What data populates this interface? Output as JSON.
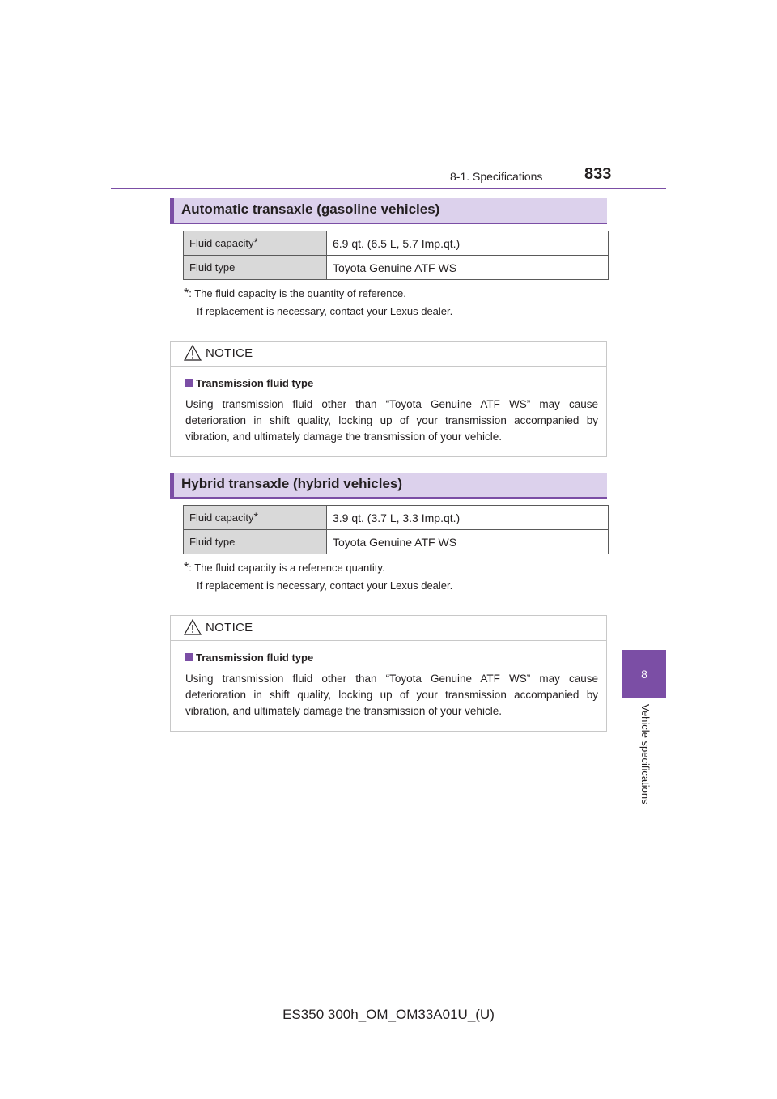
{
  "header": {
    "section": "8-1. Specifications",
    "page_number": "833"
  },
  "side_tab": {
    "number": "8",
    "label": "Vehicle specifications"
  },
  "sections": [
    {
      "heading": "Automatic transaxle (gasoline vehicles)",
      "table": [
        {
          "key": "Fluid capacity",
          "key_mark": "*",
          "value": "6.9 qt. (6.5 L, 5.7 Imp.qt.)"
        },
        {
          "key": "Fluid type",
          "key_mark": "",
          "value": "Toyota Genuine ATF WS"
        }
      ],
      "footnote": {
        "mark": "*",
        "line1": ": The fluid capacity is the quantity of reference.",
        "line2": "If replacement is necessary, contact your Lexus dealer."
      },
      "notice": {
        "title": "NOTICE",
        "subtitle": "Transmission fluid type",
        "body": "Using transmission fluid other than “Toyota Genuine ATF WS” may cause deterioration in shift quality, locking up of your transmission accompanied by vibration, and ultimately damage the transmission of your vehicle."
      }
    },
    {
      "heading": "Hybrid transaxle (hybrid vehicles)",
      "table": [
        {
          "key": "Fluid capacity",
          "key_mark": "*",
          "value": "3.9 qt. (3.7 L, 3.3 Imp.qt.)"
        },
        {
          "key": "Fluid type",
          "key_mark": "",
          "value": "Toyota Genuine ATF WS"
        }
      ],
      "footnote": {
        "mark": "*",
        "line1": ": The fluid capacity is a reference quantity.",
        "line2": "If replacement is necessary, contact your Lexus dealer."
      },
      "notice": {
        "title": "NOTICE",
        "subtitle": "Transmission fluid type",
        "body": "Using transmission fluid other than “Toyota Genuine ATF WS” may cause deterioration in shift quality, locking up of your transmission accompanied by vibration, and ultimately damage the transmission of your vehicle."
      }
    }
  ],
  "footer": "ES350 300h_OM_OM33A01U_(U)",
  "colors": {
    "accent": "#7b4ea5",
    "heading_bg": "#dcd1ec",
    "table_key_bg": "#d9d9d9"
  }
}
